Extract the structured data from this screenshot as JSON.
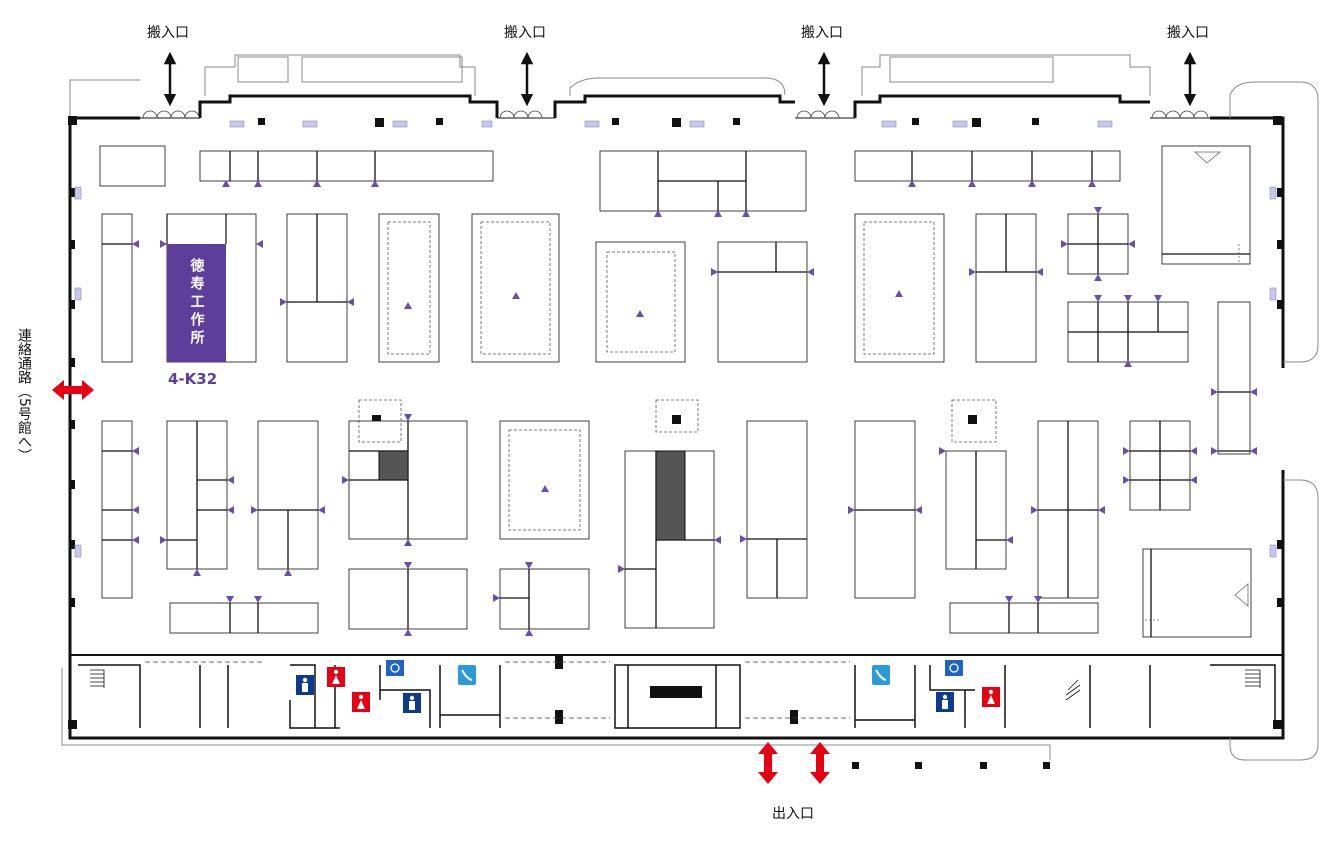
{
  "labels": {
    "loading_entrance": "搬入口",
    "main_entrance": "出入口",
    "connection_passage": "連絡通路（5号館へ）"
  },
  "exhibitor": {
    "name": "徳寿工作所",
    "booth_number": "4-K32"
  },
  "colors": {
    "exhibitor": "#5e3e9b",
    "arrow_red": "#e60012",
    "restroom_men": "#0d3a8c",
    "restroom_women": "#e60012",
    "phone": "#2b9ad8",
    "accessible": "#1f64c0",
    "marker": "#6a4fa8"
  },
  "icons": [
    "loading-arrow-icon",
    "entrance-arrow-icon",
    "men-restroom-icon",
    "women-restroom-icon",
    "accessible-restroom-icon",
    "phone-icon",
    "exit-arrow-icon"
  ]
}
